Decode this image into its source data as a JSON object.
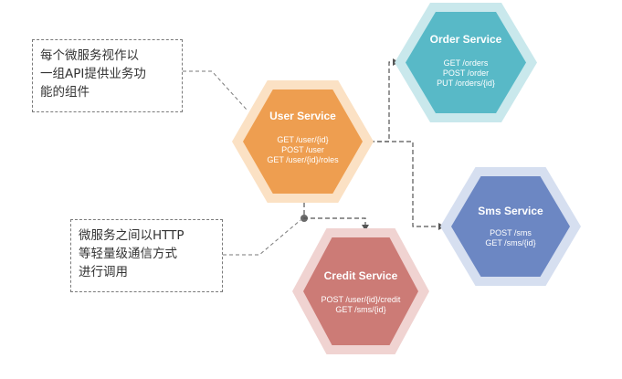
{
  "services": {
    "user": {
      "title": "User Service",
      "endpoints": [
        "GET /user/{id}",
        "POST /user",
        "GET /user/{id}/roles"
      ],
      "color": "#ee9e50",
      "halo": "#fbe1c4"
    },
    "order": {
      "title": "Order Service",
      "endpoints": [
        "GET /orders",
        "POST /order",
        "PUT /orders/{id}"
      ],
      "color": "#58b9c7",
      "halo": "#c9e8ec"
    },
    "sms": {
      "title": "Sms Service",
      "endpoints": [
        "POST /sms",
        "GET /sms/{id}"
      ],
      "color": "#6c87c3",
      "halo": "#d6dff0"
    },
    "credit": {
      "title": "Credit Service",
      "endpoints": [
        "POST /user/{id}/credit",
        "GET /sms/{id}"
      ],
      "color": "#cc7b76",
      "halo": "#f0d3d1"
    }
  },
  "notes": {
    "note1": {
      "lines": [
        "每个微服务视作以",
        "一组API提供业务功",
        "能的组件"
      ]
    },
    "note2": {
      "lines": [
        "微服务之间以HTTP",
        "等轻量级通信方式",
        "进行调用"
      ]
    }
  }
}
